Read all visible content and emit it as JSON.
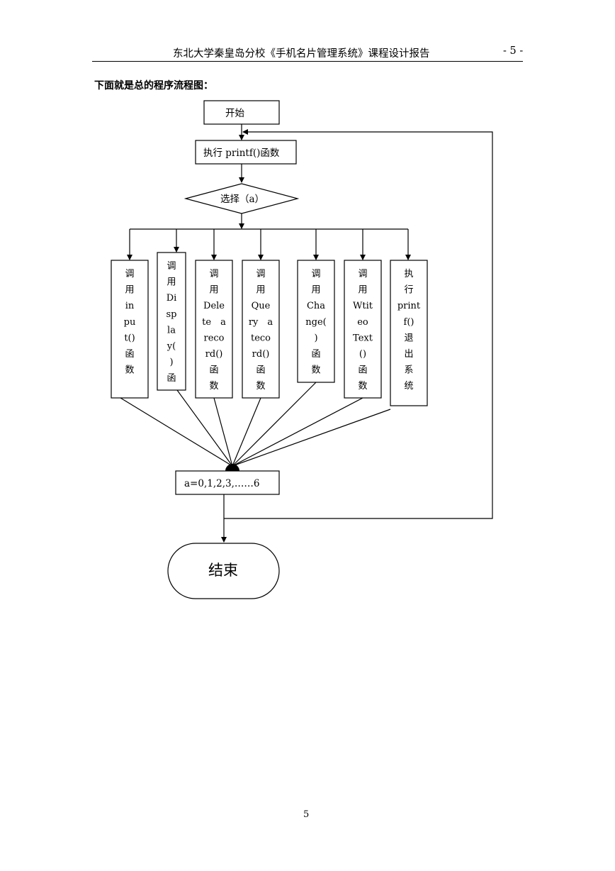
{
  "header": {
    "title": "东北大学秦皇岛分校《手机名片管理系统》课程设计报告",
    "page": "- 5 -"
  },
  "intro": "下面就是总的程序流程图：",
  "flowchart": {
    "start": "开始",
    "exec": "执行 printf()函数",
    "decision": "选择（a）",
    "branches": [
      {
        "lines": [
          "调",
          "用",
          "in",
          "pu",
          "t()",
          "函",
          "数"
        ]
      },
      {
        "lines": [
          "调",
          "用",
          "Di",
          "sp",
          "la",
          "y(",
          ")",
          "函"
        ]
      },
      {
        "lines": [
          "调",
          "用",
          "Dele",
          "te　a",
          "reco",
          "rd()",
          "函",
          "数"
        ]
      },
      {
        "lines": [
          "调",
          "用",
          "Que",
          "ry　a",
          "teco",
          "rd()",
          "函",
          "数"
        ]
      },
      {
        "lines": [
          "调",
          "用",
          "Cha",
          "nge(",
          ")",
          "函",
          "数"
        ]
      },
      {
        "lines": [
          "调",
          "用",
          "Wtit",
          "eo",
          "Text",
          "()",
          "函",
          "数"
        ]
      },
      {
        "lines": [
          "执",
          "行",
          "print",
          "f()",
          "退",
          "出",
          "系",
          "统"
        ]
      }
    ],
    "merge": "a=0,1,2,3,……6",
    "end": "结束"
  },
  "footer": {
    "page": "5"
  }
}
